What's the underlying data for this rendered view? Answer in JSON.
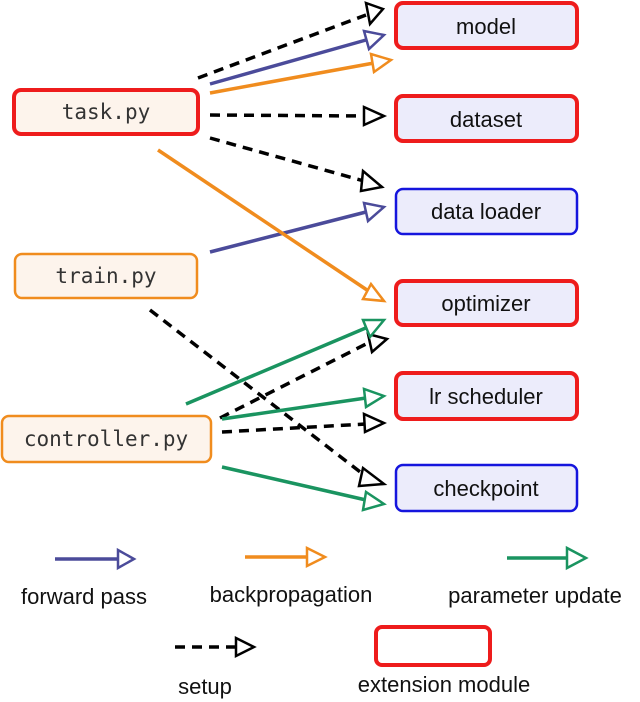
{
  "colors": {
    "forward": "#4b4b9a",
    "backprop": "#f08c1e",
    "update": "#1a9460",
    "setup": "#000000",
    "extension_border": "#ee1c1c",
    "module_border": "#1515dd",
    "script_border": "#f08c1e",
    "module_fill": "#ececfb",
    "script_fill": "#fdf4ec"
  },
  "scripts": {
    "task": "task.py",
    "train": "train.py",
    "controller": "controller.py"
  },
  "modules": {
    "model": "model",
    "dataset": "dataset",
    "data_loader": "data loader",
    "optimizer": "optimizer",
    "lr_scheduler": "lr scheduler",
    "checkpoint": "checkpoint"
  },
  "legend": {
    "forward": "forward pass",
    "backprop": "backpropagation",
    "update": "parameter update",
    "setup": "setup",
    "extension": "extension module"
  }
}
